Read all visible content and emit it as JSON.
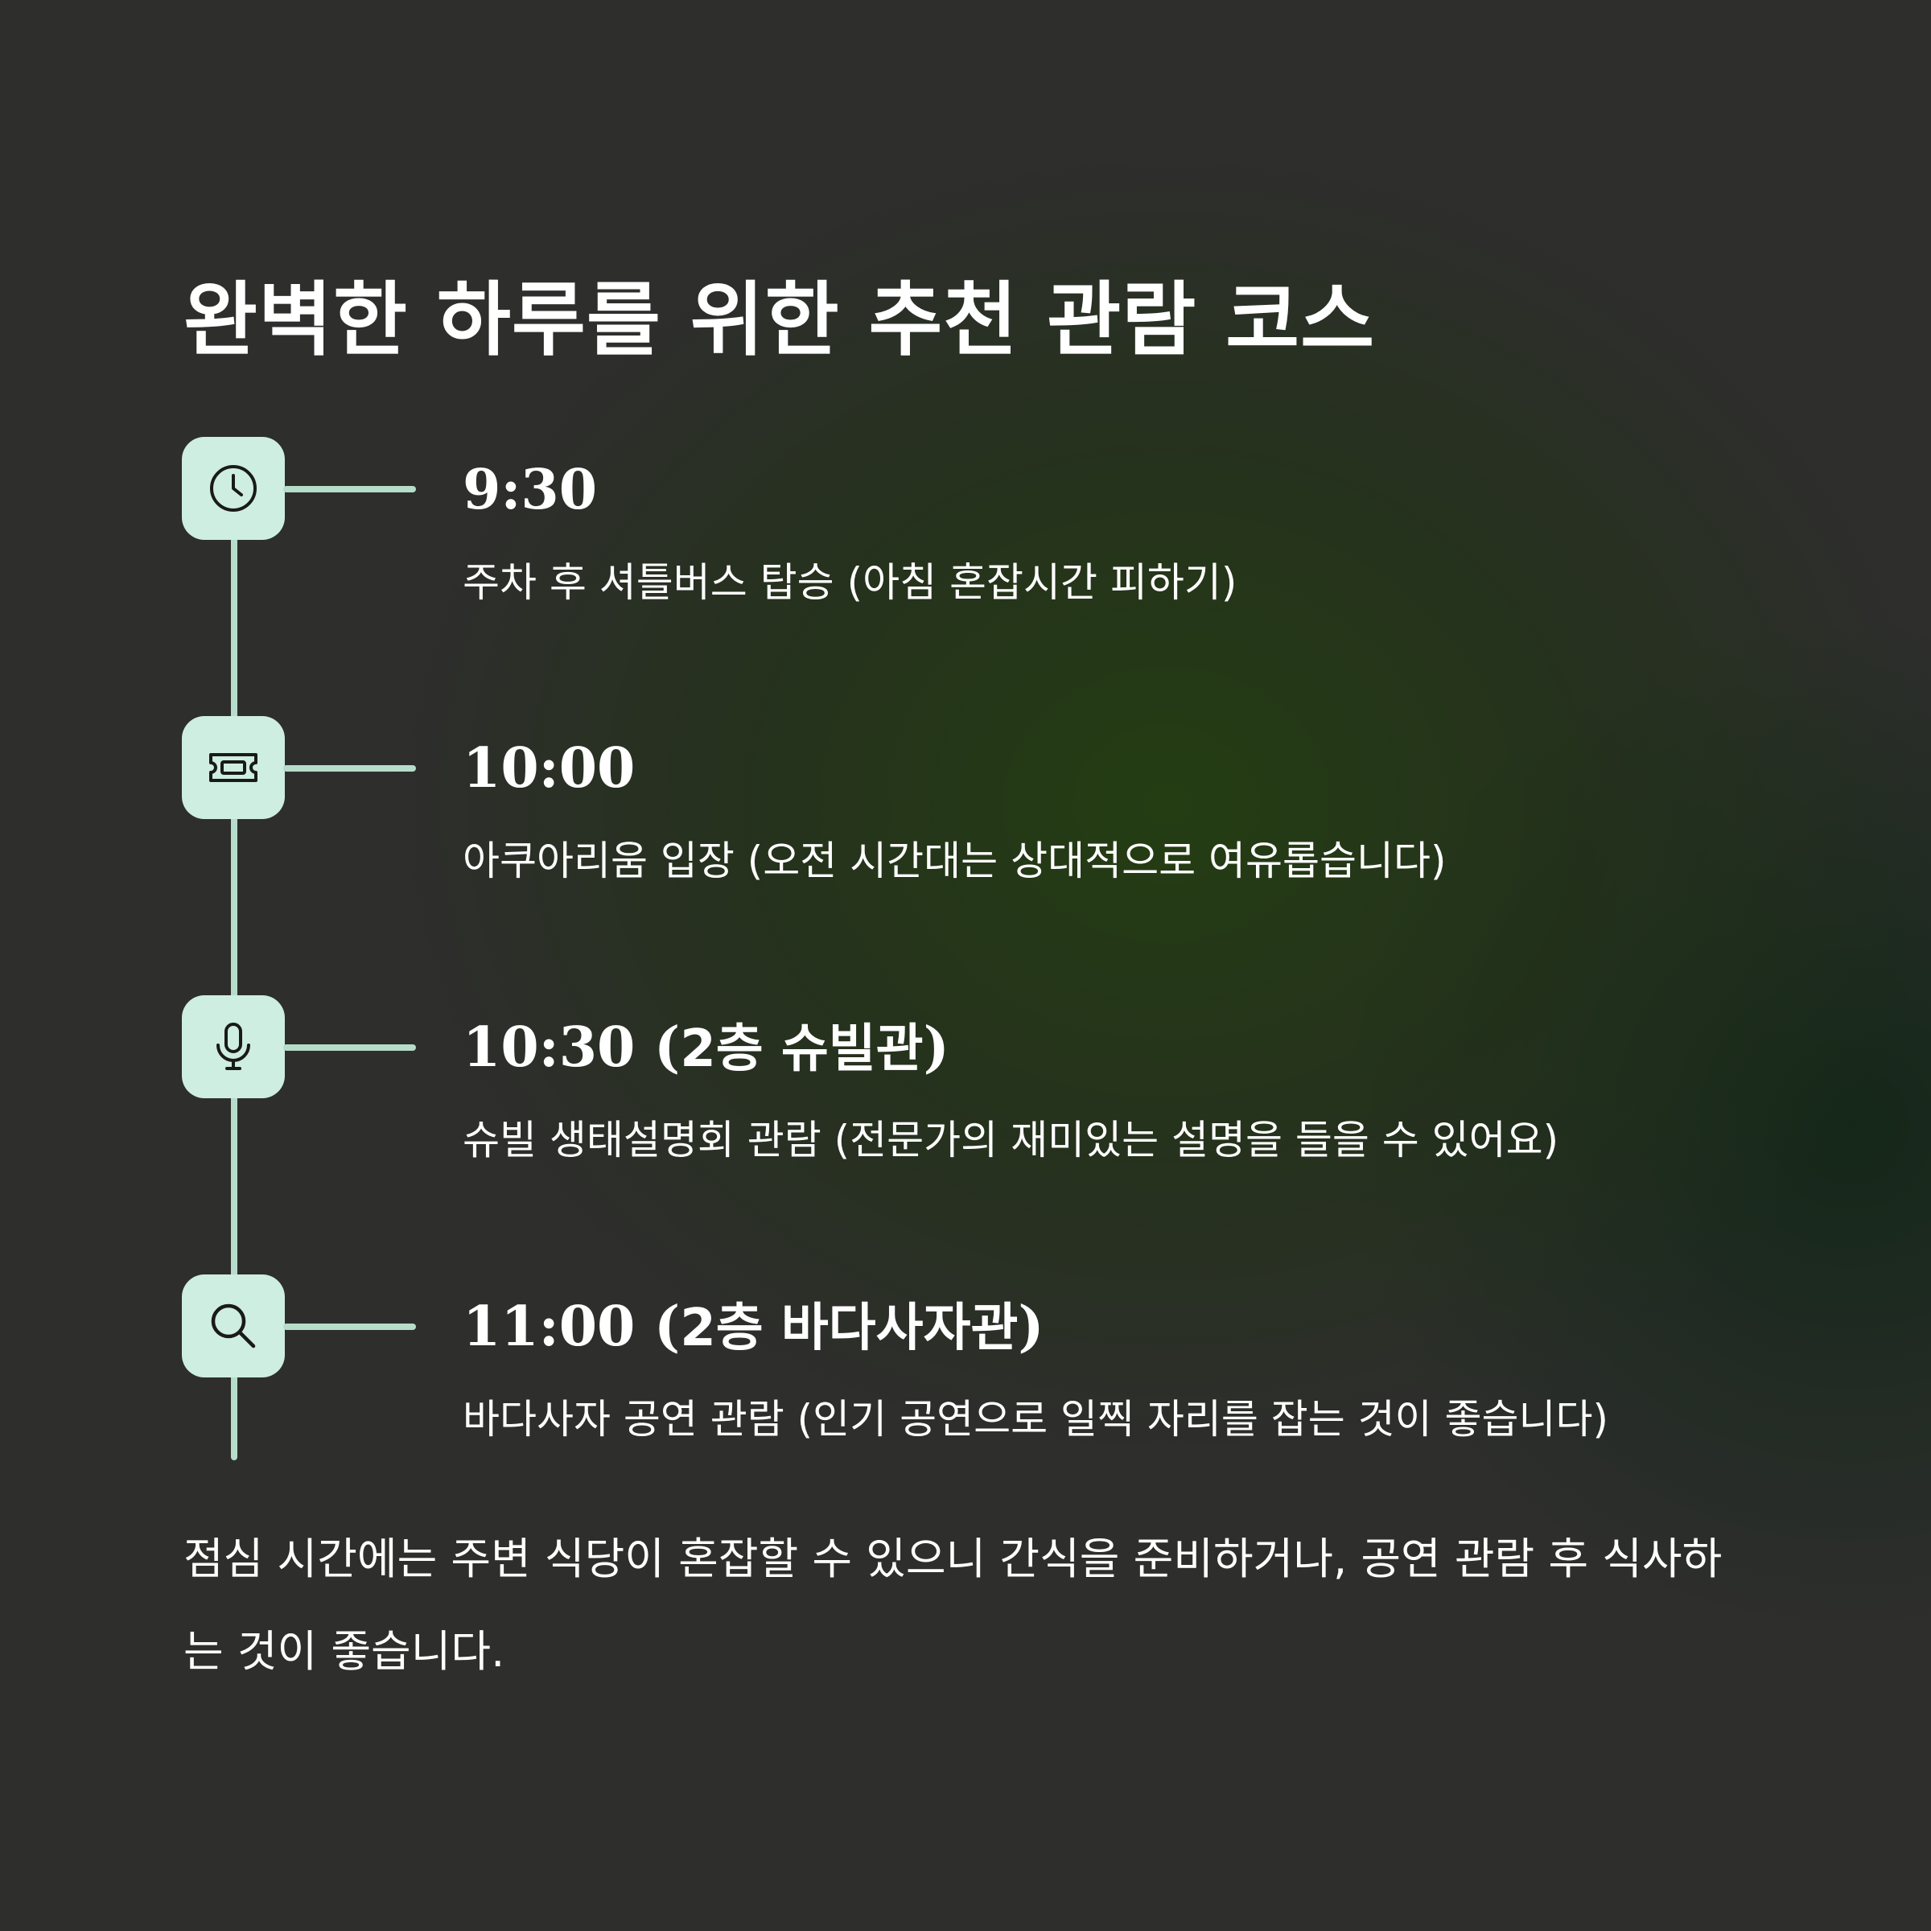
{
  "title": "완벽한 하루를 위한 추천 관람 코스",
  "steps": [
    {
      "icon": "clock-icon",
      "time": "9:30",
      "location": "",
      "description": "주차 후 셔틀버스 탑승 (아침 혼잡시간 피하기)"
    },
    {
      "icon": "ticket-icon",
      "time": "10:00",
      "location": "",
      "description": "아쿠아리움 입장 (오전 시간대는 상대적으로 여유롭습니다)"
    },
    {
      "icon": "microphone-icon",
      "time": "10:30",
      "location": "2층 슈빌관",
      "description": "슈빌 생태설명회 관람 (전문가의 재미있는 설명을 들을 수 있어요)"
    },
    {
      "icon": "search-icon",
      "time": "11:00",
      "location": "2층 바다사자관",
      "description": "바다사자 공연 관람 (인기 공연으로 일찍 자리를 잡는 것이 좋습니다)"
    }
  ],
  "note": "점심 시간에는 주변 식당이 혼잡할 수 있으니 간식을 준비하거나, 공연 관람 후 식사하는 것이 좋습니다.",
  "colors": {
    "accent": "#b6dcca",
    "icon_background": "#cdeee0",
    "text": "#ffffff"
  }
}
